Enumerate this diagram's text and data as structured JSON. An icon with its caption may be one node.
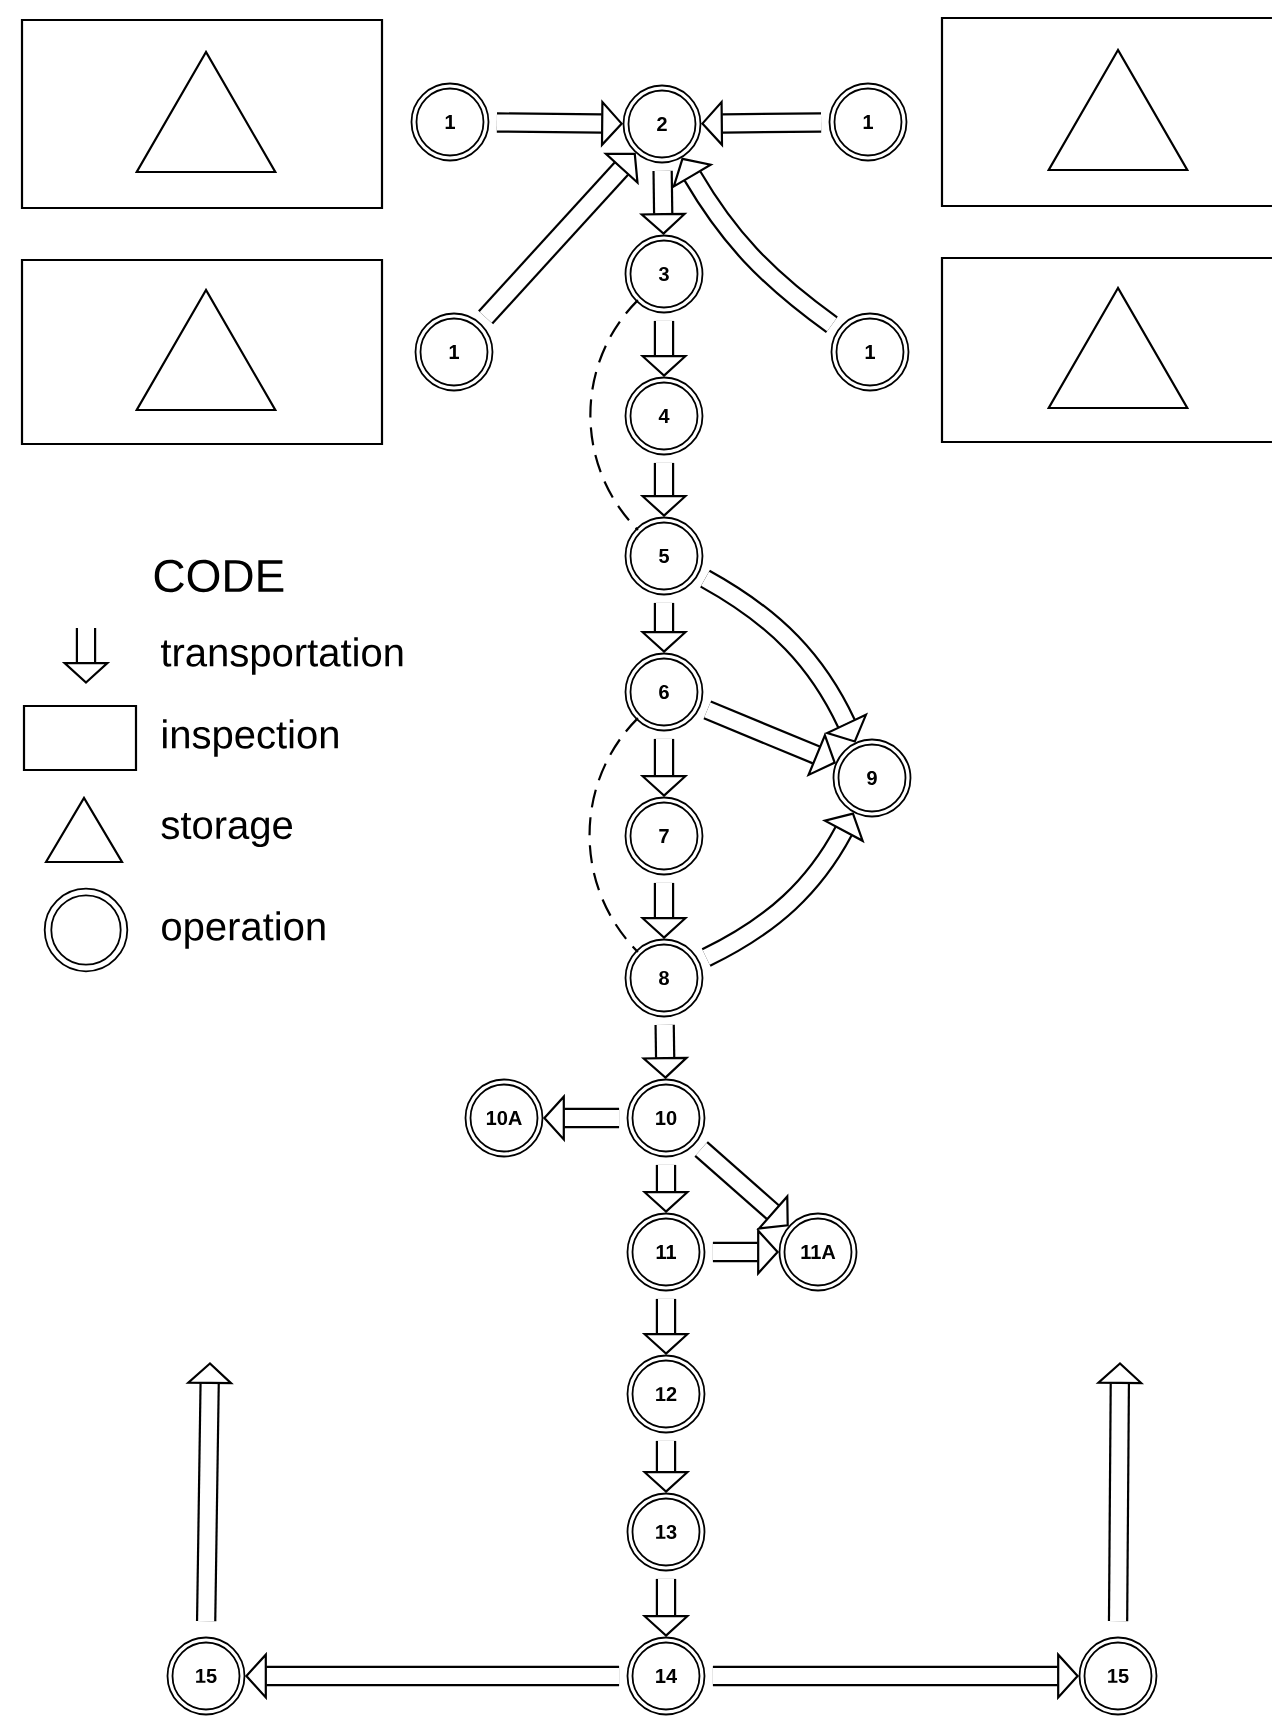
{
  "diagram": {
    "nodes": [
      {
        "text": [],
        "shape": "box"
      },
      {
        "text": [],
        "shape": "triangle",
        "in": 0
      },
      {
        "text": [],
        "shape": "box"
      },
      {
        "text": [],
        "shape": "triangle",
        "in": 2
      },
      {
        "text": [],
        "shape": "box"
      },
      {
        "text": [],
        "shape": "triangle",
        "in": 4
      },
      {
        "text": [],
        "shape": "box"
      },
      {
        "text": [],
        "shape": "triangle",
        "in": 6
      },
      {
        "text": [
          "1"
        ]
      },
      {
        "text": [
          "2"
        ]
      },
      {
        "text": [
          "1"
        ]
      },
      {
        "text": [
          "3"
        ]
      },
      {
        "text": [
          "1"
        ]
      },
      {
        "text": [
          "1"
        ]
      },
      {
        "text": [
          "4"
        ]
      },
      {
        "text": [
          "5"
        ]
      },
      {
        "text": [
          "6"
        ]
      },
      {
        "text": [
          "9"
        ]
      },
      {
        "text": [
          "7"
        ]
      },
      {
        "text": [
          "8"
        ]
      },
      {
        "text": [
          "10A"
        ]
      },
      {
        "text": [
          "10"
        ]
      },
      {
        "text": [
          "11"
        ]
      },
      {
        "text": [
          "11A"
        ]
      },
      {
        "text": [
          "12"
        ]
      },
      {
        "text": [
          "13"
        ]
      },
      {
        "text": [
          "15"
        ]
      },
      {
        "text": [
          "14"
        ]
      },
      {
        "text": [
          "15"
        ]
      }
    ],
    "edges": [
      {
        "from": 8,
        "to": 9,
        "arrow": "to"
      },
      {
        "from": 10,
        "to": 9,
        "arrow": "to"
      },
      {
        "from": 12,
        "to": 9,
        "arrow": "to"
      },
      {
        "from": 13,
        "to": 9,
        "arrow": "to"
      },
      {
        "from": 9,
        "to": 11,
        "arrow": "to"
      },
      {
        "from": 11,
        "to": 14,
        "arrow": "to"
      },
      {
        "from": 14,
        "to": 15,
        "arrow": "to"
      },
      {
        "from": 11,
        "to": 15,
        "arrow": "none",
        "style": "dashed"
      },
      {
        "from": 15,
        "to": 16,
        "arrow": "to"
      },
      {
        "from": 15,
        "to": 17,
        "arrow": "to"
      },
      {
        "from": 16,
        "to": 17,
        "arrow": "to"
      },
      {
        "from": 16,
        "to": 18,
        "arrow": "to"
      },
      {
        "from": 16,
        "to": 19,
        "arrow": "none",
        "style": "dashed"
      },
      {
        "from": 18,
        "to": 19,
        "arrow": "to"
      },
      {
        "from": 19,
        "to": 17,
        "arrow": "to"
      },
      {
        "from": 19,
        "to": 21,
        "arrow": "to"
      },
      {
        "from": 21,
        "to": 20,
        "arrow": "to"
      },
      {
        "from": 21,
        "to": 23,
        "arrow": "to"
      },
      {
        "from": 21,
        "to": 22,
        "arrow": "to"
      },
      {
        "from": 22,
        "to": 23,
        "arrow": "to"
      },
      {
        "from": 22,
        "to": 24,
        "arrow": "to"
      },
      {
        "from": 24,
        "to": 25,
        "arrow": "to"
      },
      {
        "from": 25,
        "to": 27,
        "arrow": "to"
      },
      {
        "from": 27,
        "to": 26,
        "arrow": "to"
      },
      {
        "from": 27,
        "to": 28,
        "arrow": "to"
      },
      {
        "from": 26,
        "to": null,
        "arrow": "to"
      },
      {
        "from": 28,
        "to": null,
        "arrow": "to"
      }
    ],
    "labels": [
      "CODE"
    ],
    "legend": [
      {
        "text": "transportation"
      },
      {
        "text": "inspection"
      },
      {
        "text": "storage"
      },
      {
        "text": "operation"
      }
    ]
  }
}
